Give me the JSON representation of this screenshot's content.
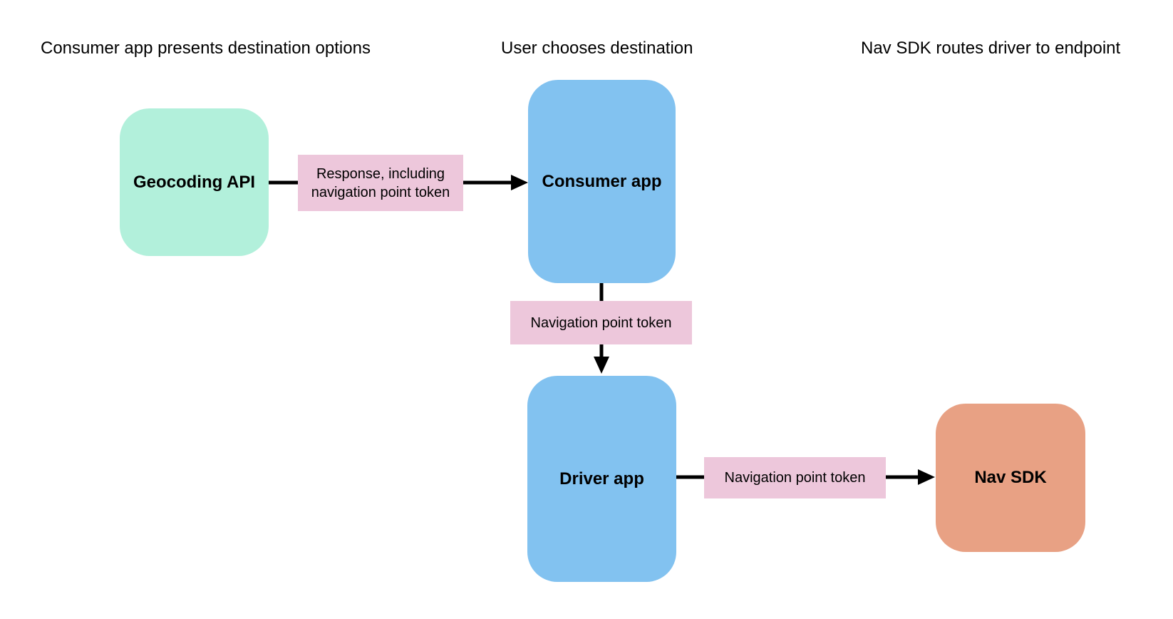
{
  "headings": {
    "stage1": "Consumer app presents destination options",
    "stage2": "User chooses destination",
    "stage3": "Nav SDK routes driver to endpoint"
  },
  "nodes": {
    "geocoding_api": {
      "label": "Geocoding API",
      "fill": "#b2f0db"
    },
    "consumer_app": {
      "label": "Consumer app",
      "fill": "#82c2f0"
    },
    "driver_app": {
      "label": "Driver app",
      "fill": "#82c2f0"
    },
    "nav_sdk": {
      "label": "Nav SDK",
      "fill": "#e8a184"
    }
  },
  "edge_labels": {
    "response_token": {
      "text": "Response, including navigation point token",
      "fill": "#edc7db"
    },
    "nav_point_token_1": {
      "text": "Navigation point token",
      "fill": "#edc7db"
    },
    "nav_point_token_2": {
      "text": "Navigation point token",
      "fill": "#edc7db"
    }
  },
  "colors": {
    "background": "#ffffff",
    "connector": "#000000",
    "text": "#000000"
  }
}
